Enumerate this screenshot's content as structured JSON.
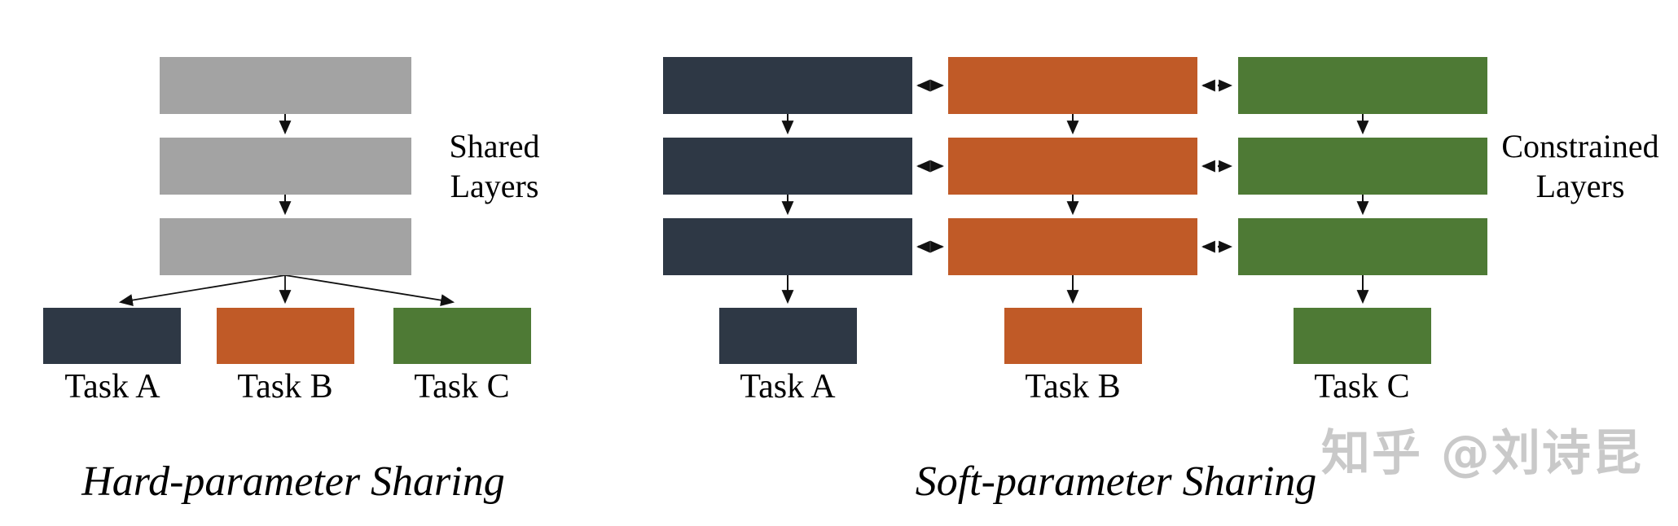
{
  "colors": {
    "gray": "#a3a3a3",
    "navy": "#2e3845",
    "orange": "#c05a27",
    "green": "#4e7a35",
    "text": "#000000",
    "watermark": "#c9c9c9",
    "background": "#ffffff"
  },
  "hard_sharing": {
    "title": "Hard-parameter Sharing",
    "side_label_lines": [
      "Shared",
      "Layers"
    ],
    "shared_layer_rows": 3,
    "tasks": [
      "Task A",
      "Task B",
      "Task C"
    ]
  },
  "soft_sharing": {
    "title": "Soft-parameter Sharing",
    "side_label_lines": [
      "Constrained",
      "Layers"
    ],
    "layer_rows": 3,
    "layer_columns": 3,
    "tasks": [
      "Task A",
      "Task B",
      "Task C"
    ]
  },
  "watermark": {
    "text": "知乎 @刘诗昆"
  }
}
